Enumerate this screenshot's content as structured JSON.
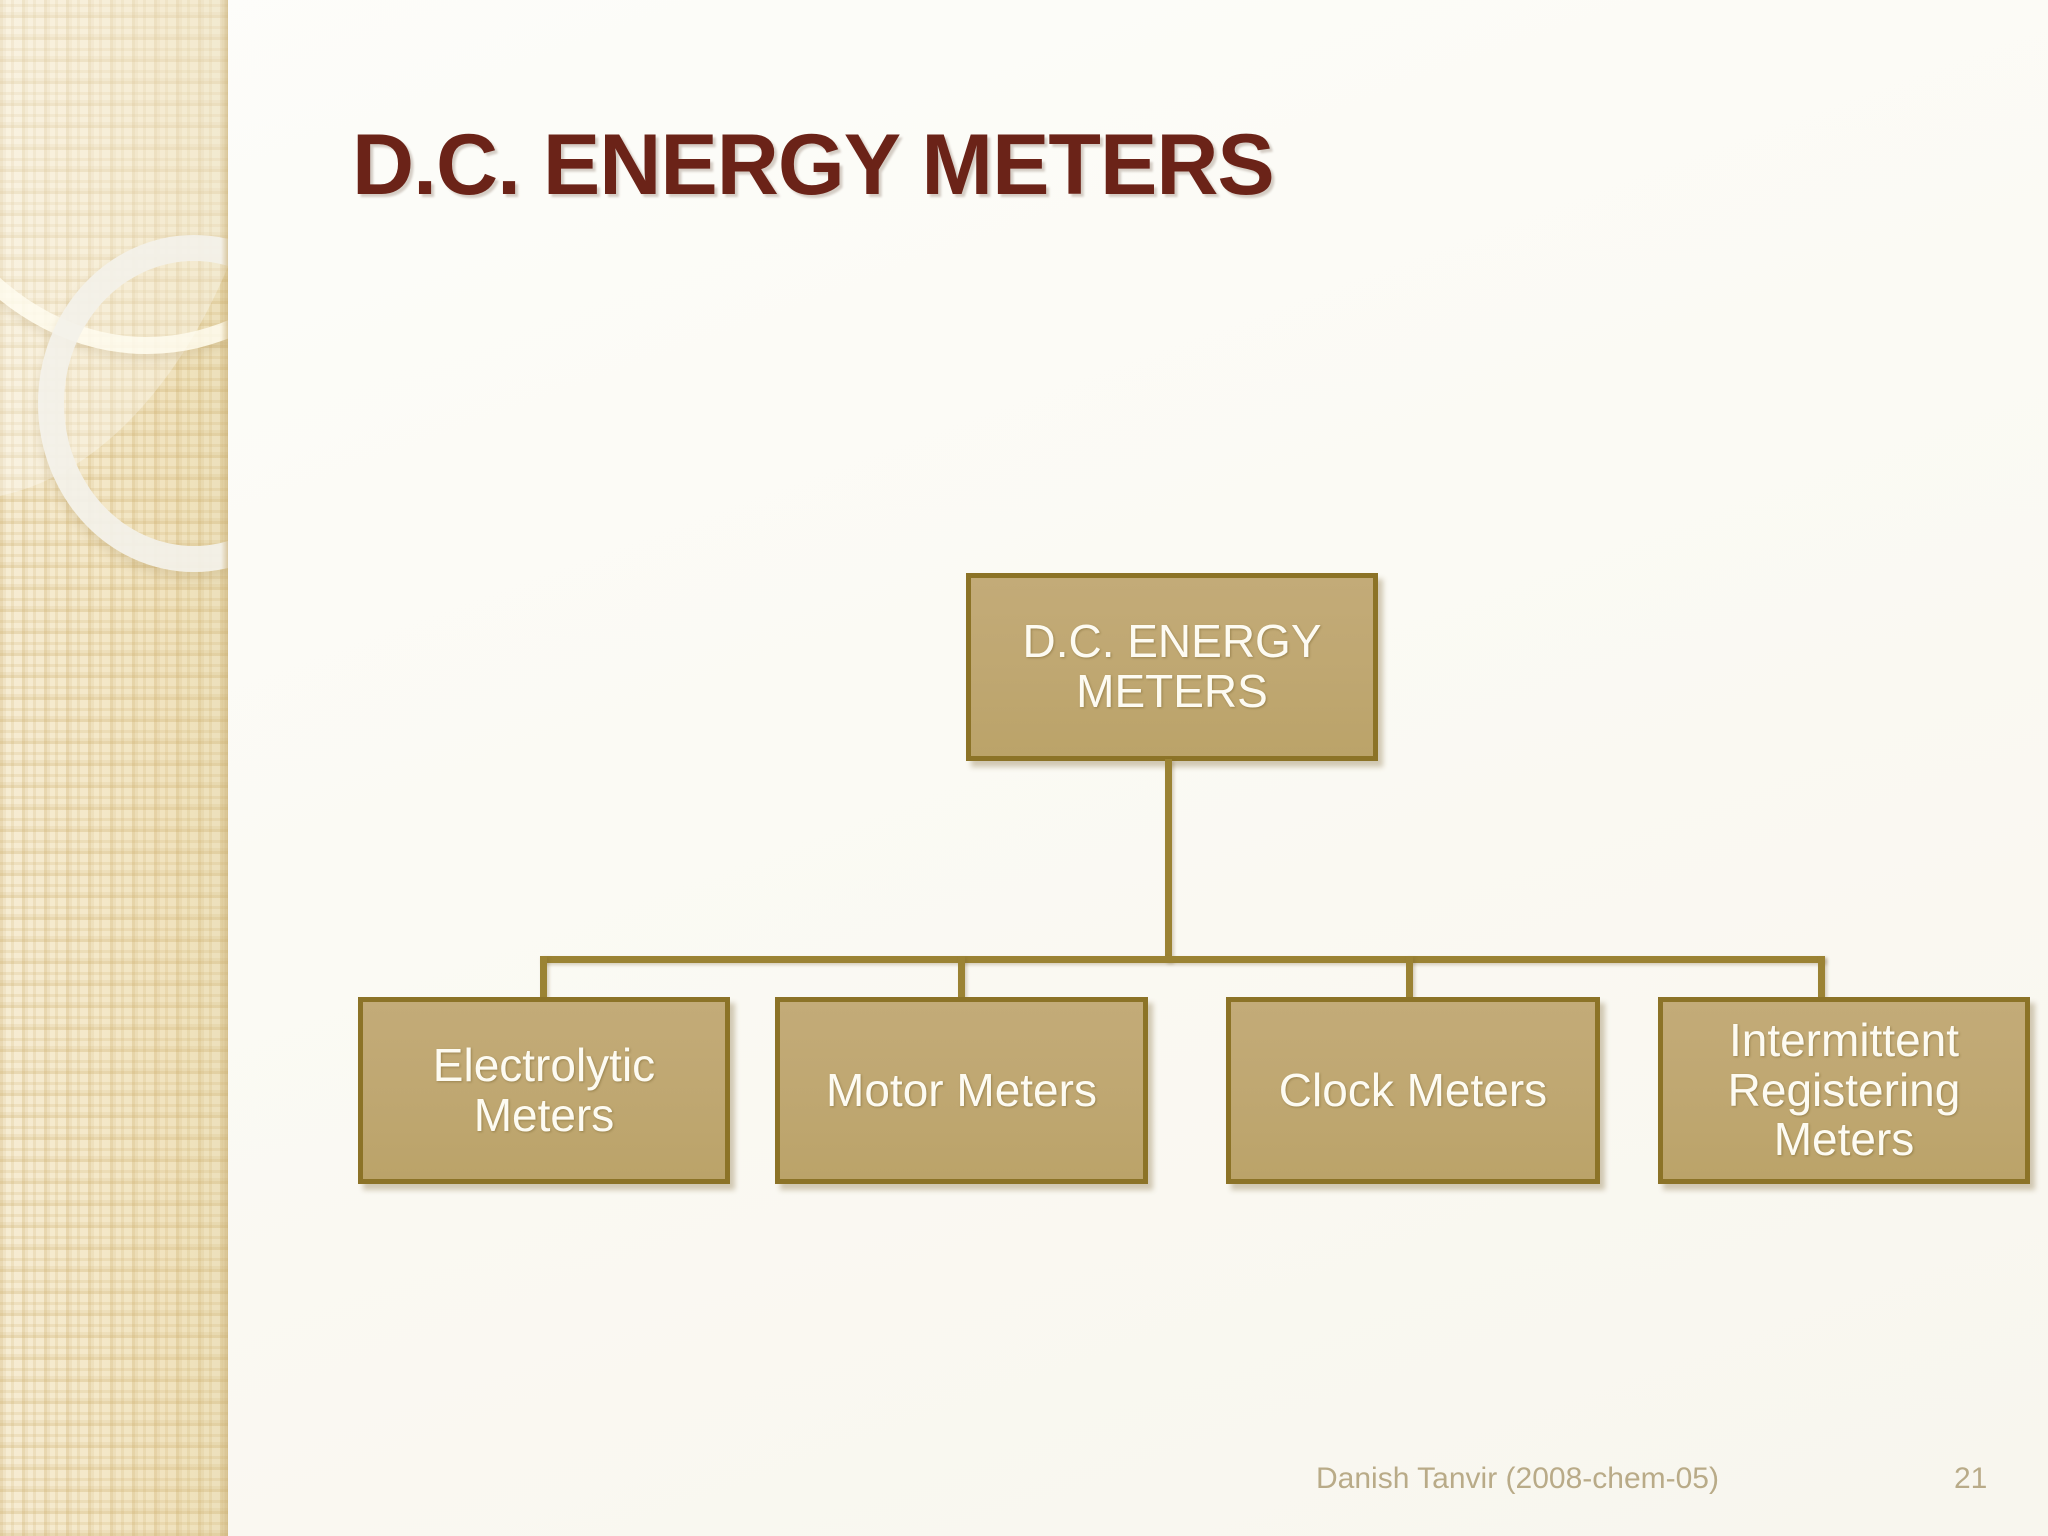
{
  "slide": {
    "title": "D.C. ENERGY METERS",
    "title_color": "#6B2318",
    "background_color": "#FDFDFA",
    "sidebar_color": "#F3E7C6"
  },
  "chart_data": {
    "type": "diagram",
    "diagram_kind": "organization-tree",
    "title": "D.C. ENERGY METERS",
    "node_fill": "#BFA771",
    "node_border": "#8C7327",
    "node_text_color": "#FDFBF2",
    "connector_color": "#9B8334",
    "root": {
      "label": "D.C. ENERGY METERS",
      "lines": [
        "D.C. ENERGY",
        "METERS"
      ]
    },
    "children": [
      {
        "label": "Electrolytic Meters",
        "lines": [
          "Electrolytic",
          "Meters"
        ]
      },
      {
        "label": "Motor Meters",
        "lines": [
          "Motor Meters"
        ]
      },
      {
        "label": "Clock Meters",
        "lines": [
          "Clock Meters"
        ]
      },
      {
        "label": "Intermittent Registering Meters",
        "lines": [
          "Intermittent",
          "Registering",
          "Meters"
        ]
      }
    ]
  },
  "footer": {
    "author": "Danish Tanvir (2008-chem-05)",
    "page_number": "21",
    "text_color": "#B9AB88"
  }
}
